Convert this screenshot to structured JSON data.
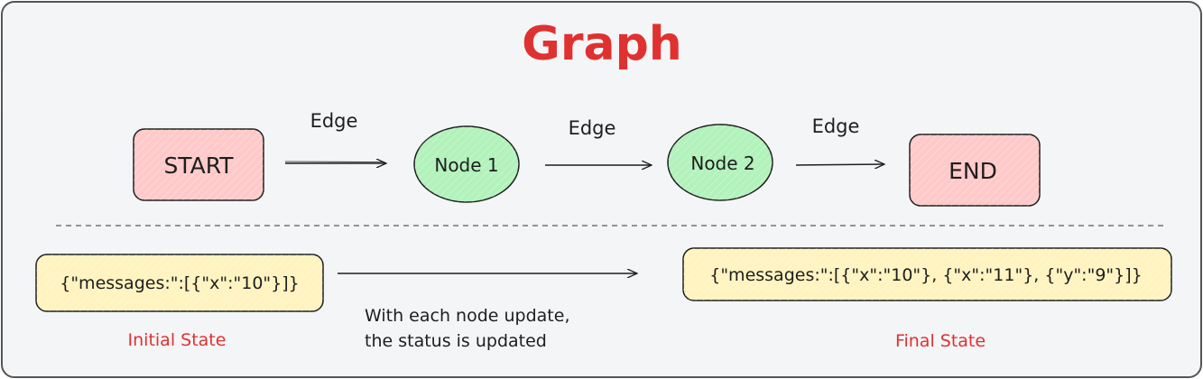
{
  "title": "Graph",
  "nodes": {
    "start": "START",
    "node1": "Node 1",
    "node2": "Node 2",
    "end": "END"
  },
  "edges": [
    "Edge",
    "Edge",
    "Edge"
  ],
  "state": {
    "initial_value": "{\"messages:\":[{\"x\":\"10\"}]}",
    "initial_label": "Initial State",
    "final_value": "{\"messages:\":[{\"x\":\"10\"}, {\"x\":\"11\"}, {\"y\":\"9\"}]}",
    "final_label": "Final State",
    "note_line1": "With each node update,",
    "note_line2": "the status is updated"
  },
  "colors": {
    "title": "#e03131",
    "terminal_fill": "#ffc9c9",
    "node_fill": "#b2f2bb",
    "state_fill": "#fff3bf",
    "background": "#f4f5f7"
  }
}
